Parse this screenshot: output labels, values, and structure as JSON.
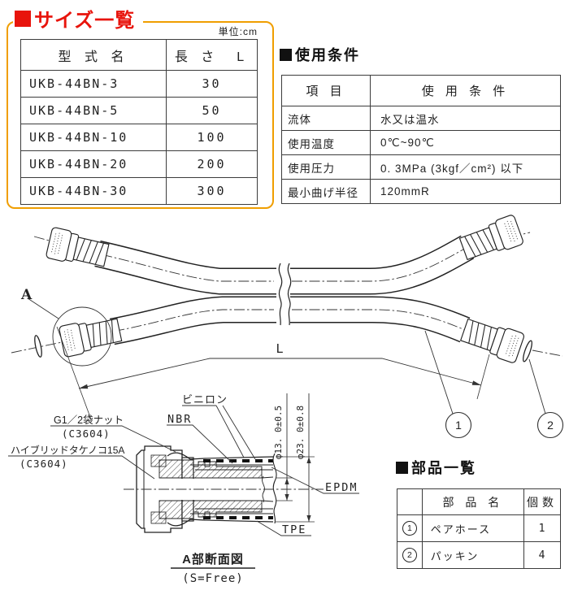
{
  "colors": {
    "accent_red": "#e8140c",
    "accent_orange": "#f09e00"
  },
  "size_panel": {
    "heading": "サイズ一覧",
    "unit": "単位:cm",
    "col_model": "型 式 名",
    "col_length": "長 さ　L",
    "rows": [
      {
        "model": "UKB-44BN-3",
        "length": "30"
      },
      {
        "model": "UKB-44BN-5",
        "length": "50"
      },
      {
        "model": "UKB-44BN-10",
        "length": "100"
      },
      {
        "model": "UKB-44BN-20",
        "length": "200"
      },
      {
        "model": "UKB-44BN-30",
        "length": "300"
      }
    ]
  },
  "usage": {
    "heading": "使用条件",
    "col_item": "項 目",
    "col_cond": "使 用 条 件",
    "rows": [
      {
        "item": "流体",
        "value": "水又は温水"
      },
      {
        "item": "使用温度",
        "value": "0℃~90℃"
      },
      {
        "item": "使用圧力",
        "value": "0. 3MPa (3kgf／cm²) 以下"
      },
      {
        "item": "最小曲げ半径",
        "value": "120mmR"
      }
    ]
  },
  "drawing": {
    "detail_label": "A",
    "length_label": "L",
    "callout_1": "1",
    "callout_2": "2"
  },
  "cross_section": {
    "nut_label": "G1／2袋ナット",
    "nut_material": "(C3604)",
    "insert_label": "ハイブリッドタケノコ15A",
    "insert_material": "(C3604)",
    "layer_vinylon": "ビニロン",
    "layer_nbr": "NBR",
    "layer_epdm": "EPDM",
    "layer_tpe": "TPE",
    "dia_inner": "φ13. 0±0.5",
    "dia_outer": "φ23. 0±0.8",
    "caption": "A部断面図",
    "caption_sub": "(S=Free)"
  },
  "parts": {
    "heading": "部品一覧",
    "col_name": "部 品 名",
    "col_qty": "個数",
    "rows": [
      {
        "mark": "1",
        "name": "ペアホース",
        "qty": "1"
      },
      {
        "mark": "2",
        "name": "パッキン",
        "qty": "4"
      }
    ]
  }
}
